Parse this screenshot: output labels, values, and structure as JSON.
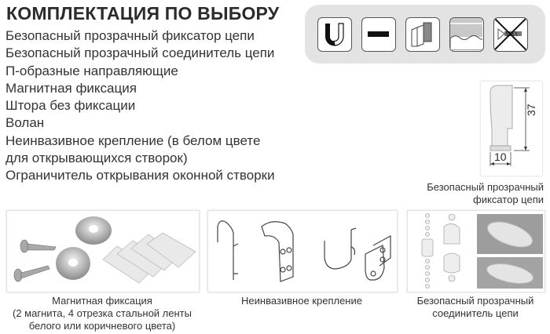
{
  "header": {
    "title": "КОМПЛЕКТАЦИЯ ПО ВЫБОРУ"
  },
  "features": [
    "Безопасный прозрачный фиксатор цепи",
    "Безопасный прозрачный соединитель цепи",
    "П-образные направляющие",
    "Магнитная фиксация",
    "Штора без фиксации",
    "Волан",
    "Неинвазивное крепление (в белом цвете\nдля открывающихся створок)",
    "Ограничитель открывания оконной створки"
  ],
  "icon_bar": {
    "background": "#e3e3e3",
    "icons": [
      {
        "name": "magnet-u-icon"
      },
      {
        "name": "no-fixation-bar-icon"
      },
      {
        "name": "u-guides-icon"
      },
      {
        "name": "valance-icon"
      },
      {
        "name": "no-drilling-icon"
      }
    ]
  },
  "chain_fixer": {
    "dimension_height": "37",
    "dimension_width": "10",
    "caption_line1": "Безопасный прозрачный",
    "caption_line2": "фиксатор цепи"
  },
  "panels": {
    "magnetic": {
      "caption_line1": "Магнитная фиксация",
      "caption_line2": "(2 магнита, 4 отрезка стальной ленты",
      "caption_line3": "белого или коричневого цвета)"
    },
    "noninvasive": {
      "caption": "Неинвазивное крепление"
    },
    "connector": {
      "caption_line1": "Безопасный прозрачный",
      "caption_line2": "соединитель цепи"
    }
  }
}
